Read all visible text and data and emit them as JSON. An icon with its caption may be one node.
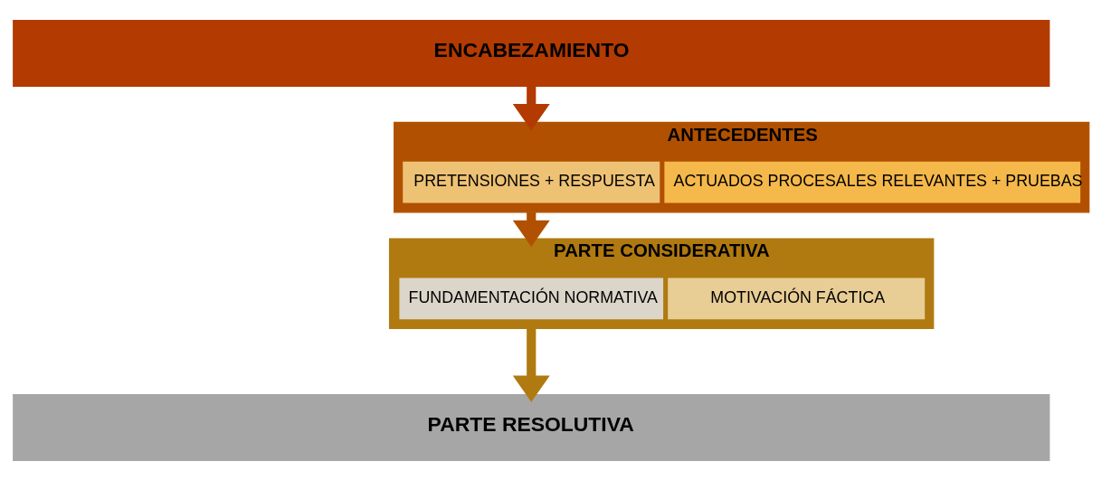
{
  "diagram": {
    "nodes": [
      {
        "text": [
          "ENCABEZAMIENTO"
        ]
      },
      {
        "text": [
          "ANTECEDENTES"
        ]
      },
      {
        "text": [
          "PRETENSIONES + RESPUESTA"
        ],
        "in": 1
      },
      {
        "text": [
          "ACTUADOS PROCESALES RELEVANTES + PRUEBAS"
        ],
        "in": 1
      },
      {
        "text": [
          "PARTE CONSIDERATIVA"
        ]
      },
      {
        "text": [
          "FUNDAMENTACIÓN NORMATIVA"
        ],
        "in": 4
      },
      {
        "text": [
          "MOTIVACIÓN FÁCTICA"
        ],
        "in": 4
      },
      {
        "text": [
          "PARTE RESOLUTIVA"
        ]
      }
    ],
    "edges": [
      {
        "from": 0,
        "to": 1,
        "arrow": "to",
        "color": "#b33a00"
      },
      {
        "from": 1,
        "to": 4,
        "arrow": "to",
        "color": "#b05000"
      },
      {
        "from": 4,
        "to": 7,
        "arrow": "to",
        "color": "#b07a10"
      }
    ]
  }
}
